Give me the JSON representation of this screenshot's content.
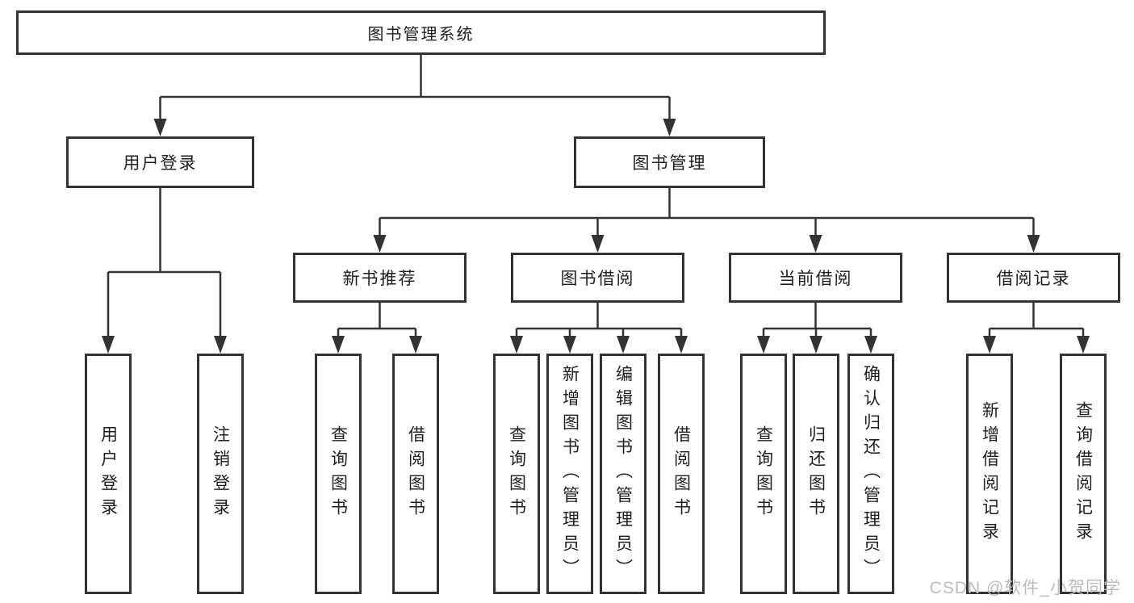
{
  "diagram": {
    "root": {
      "label": "图书管理系统"
    },
    "level2": [
      {
        "label": "用户登录"
      },
      {
        "label": "图书管理"
      }
    ],
    "level3": [
      {
        "label": "新书推荐"
      },
      {
        "label": "图书借阅"
      },
      {
        "label": "当前借阅"
      },
      {
        "label": "借阅记录"
      }
    ],
    "leaves": [
      {
        "label": "用户登录"
      },
      {
        "label": "注销登录"
      },
      {
        "label": "查询图书"
      },
      {
        "label": "借阅图书"
      },
      {
        "label": "查询图书"
      },
      {
        "label": "新增图书（管理员）"
      },
      {
        "label": "编辑图书（管理员）"
      },
      {
        "label": "借阅图书"
      },
      {
        "label": "查询图书"
      },
      {
        "label": "归还图书"
      },
      {
        "label": "确认归还（管理员）"
      },
      {
        "label": "新增借阅记录"
      },
      {
        "label": "查询借阅记录"
      }
    ]
  },
  "watermark": {
    "text": "CSDN @软件_小贺同学"
  },
  "colors": {
    "line": "#333333",
    "text": "#1f1f1f",
    "watermark": "#bdbdbd",
    "background": "#ffffff"
  }
}
